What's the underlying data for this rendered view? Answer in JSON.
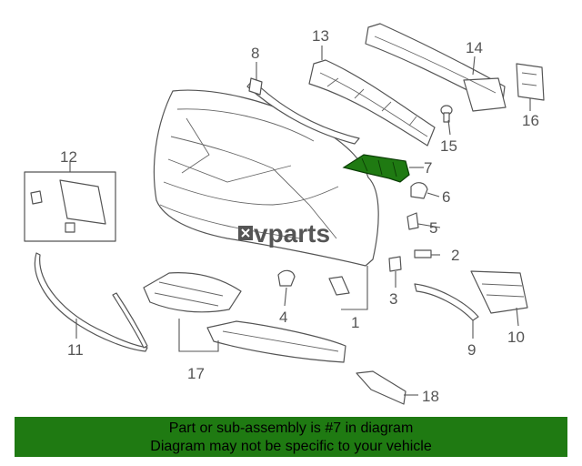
{
  "callouts": [
    "1",
    "2",
    "3",
    "4",
    "5",
    "6",
    "7",
    "8",
    "9",
    "10",
    "11",
    "12",
    "13",
    "14",
    "15",
    "16",
    "17",
    "18"
  ],
  "watermark": {
    "text": "vparts"
  },
  "banner": {
    "line1": "Part or sub-assembly is #7 in diagram",
    "line2": "Diagram may not be specific to your vehicle"
  },
  "colors": {
    "highlight": "#1f7a12",
    "banner": "#1f7a12",
    "line": "#555555"
  }
}
